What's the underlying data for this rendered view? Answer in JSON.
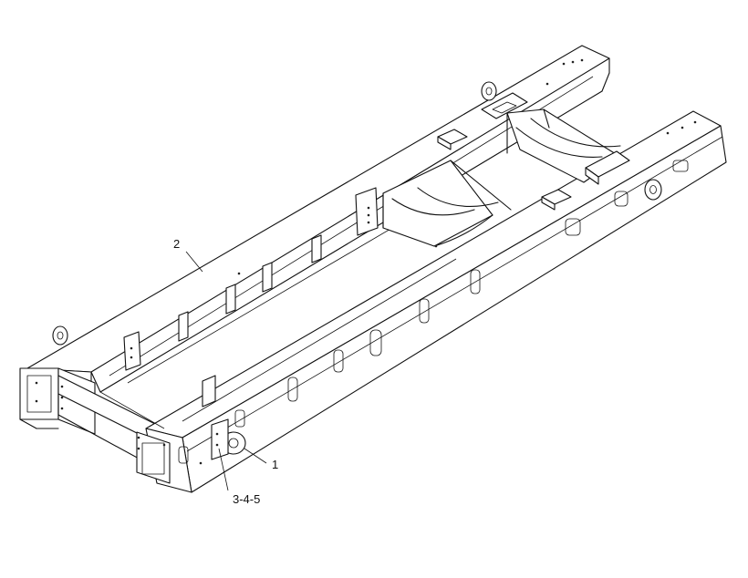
{
  "figure": {
    "background": "#ffffff",
    "line_color": "#111111"
  },
  "callouts": {
    "part_1": "1",
    "part_2": "2",
    "part_345": "3-4-5"
  }
}
